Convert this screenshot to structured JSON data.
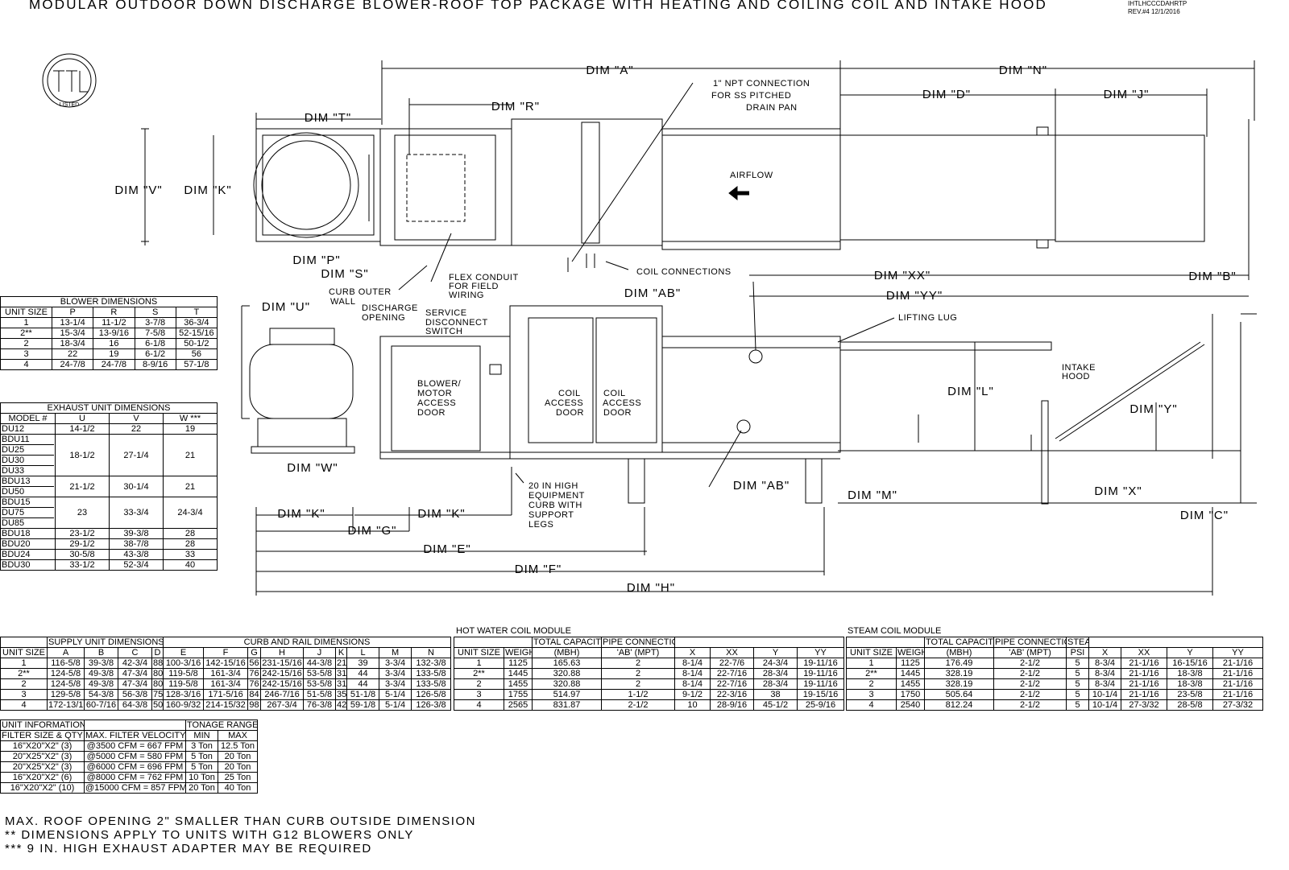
{
  "header": {
    "title": "MODULAR OUTDOOR DOWN DISCHARGE BLOWER-ROOF TOP PACKAGE WITH HEATING AND COILING COIL AND INTAKE HOOD",
    "code": "IHTLHCCCDAHRTP",
    "rev": "REV.#4   12/1/2016",
    "logo_text": "LISTED"
  },
  "dims": [
    "DIM \"A\"",
    "DIM \"N\"",
    "DIM \"T\"",
    "DIM \"R\"",
    "DIM \"D\"",
    "DIM \"J\"",
    "DIM \"V\"",
    "DIM \"K\"",
    "DIM \"P\"",
    "DIM \"S\"",
    "DIM \"XX\"",
    "DIM \"B\"",
    "DIM \"AB\"",
    "DIM \"YY\"",
    "DIM \"U\"",
    "DIM \"L\"",
    "DIM \"Y\"",
    "DIM \"W\"",
    "DIM \"AB\"",
    "DIM \"M\"",
    "DIM \"X\"",
    "DIM \"K\"",
    "DIM \"K\"",
    "DIM \"C\"",
    "DIM \"G\"",
    "DIM \"E\"",
    "DIM \"F\"",
    "DIM \"H\""
  ],
  "callouts": {
    "npt1": "1\" NPT CONNECTION",
    "npt2": "FOR SS PITCHED",
    "npt3": "DRAIN PAN",
    "airflow": "AIRFLOW",
    "coil_conn": "COIL CONNECTIONS",
    "curb1": "CURB OUTER",
    "curb2": "WALL",
    "flex1": "FLEX CONDUIT",
    "flex2": "FOR FIELD",
    "flex3": "WIRING",
    "disc1": "DISCHARGE",
    "disc2": "OPENING",
    "svc1": "SERVICE",
    "svc2": "DISCONNECT",
    "svc3": "SWITCH",
    "lug": "LIFTING LUG",
    "bm1": "BLOWER/",
    "bm2": "MOTOR",
    "bm3": "ACCESS",
    "bm4": "DOOR",
    "coil1": "COIL",
    "coil2": "ACCESS",
    "coil3": "DOOR",
    "intake1": "INTAKE",
    "intake2": "HOOD",
    "leg1": "20 IN HIGH",
    "leg2": "EQUIPMENT",
    "leg3": "CURB WITH",
    "leg4": "SUPPORT",
    "leg5": "LEGS"
  },
  "blower": {
    "title": "BLOWER DIMENSIONS",
    "headers": [
      "UNIT SIZE",
      "P",
      "R",
      "S",
      "T"
    ],
    "rows": [
      [
        "1",
        "13-1/4",
        "11-1/2",
        "3-7/8",
        "36-3/4"
      ],
      [
        "2**",
        "15-3/4",
        "13-9/16",
        "7-5/8",
        "52-15/16"
      ],
      [
        "2",
        "18-3/4",
        "16",
        "6-1/8",
        "50-1/2"
      ],
      [
        "3",
        "22",
        "19",
        "6-1/2",
        "56"
      ],
      [
        "4",
        "24-7/8",
        "24-7/8",
        "8-9/16",
        "57-1/8"
      ]
    ]
  },
  "exhaust": {
    "title": "EXHAUST UNIT DIMENSIONS",
    "headers": [
      "MODEL #",
      "U",
      "V",
      "W ***"
    ],
    "rows": [
      [
        [
          "DU12"
        ],
        "14-1/2",
        "22",
        "19"
      ],
      [
        [
          "BDU11",
          "DU25",
          "DU30",
          "DU33"
        ],
        "18-1/2",
        "27-1/4",
        "21"
      ],
      [
        [
          "BDU13",
          "DU50"
        ],
        "21-1/2",
        "30-1/4",
        "21"
      ],
      [
        [
          "BDU15",
          "DU75",
          "DU85"
        ],
        "23",
        "33-3/4",
        "24-3/4"
      ],
      [
        [
          "BDU18"
        ],
        "23-1/2",
        "39-3/8",
        "28"
      ],
      [
        [
          "BDU20"
        ],
        "29-1/2",
        "38-7/8",
        "28"
      ],
      [
        [
          "BDU24"
        ],
        "30-5/8",
        "43-3/8",
        "33"
      ],
      [
        [
          "BDU30"
        ],
        "33-1/2",
        "52-3/4",
        "40"
      ]
    ]
  },
  "supply": {
    "group1": "SUPPLY UNIT DIMENSIONS",
    "group2": "CURB AND RAIL DIMENSIONS",
    "headers": [
      "UNIT SIZE",
      "A",
      "B",
      "C",
      "D",
      "E",
      "F",
      "G",
      "H",
      "J",
      "K",
      "L",
      "M",
      "N"
    ],
    "rows": [
      [
        "1",
        "116-5/8",
        "39-3/8",
        "42-3/4",
        "88",
        "100-3/16",
        "142-15/16",
        "56",
        "231-15/16",
        "44-3/8",
        "21",
        "39",
        "3-3/4",
        "132-3/8"
      ],
      [
        "2**",
        "124-5/8",
        "49-3/8",
        "47-3/4",
        "80",
        "119-5/8",
        "161-3/4",
        "76",
        "242-15/16",
        "53-5/8",
        "31",
        "44",
        "3-3/4",
        "133-5/8"
      ],
      [
        "2",
        "124-5/8",
        "49-3/8",
        "47-3/4",
        "80",
        "119-5/8",
        "161-3/4",
        "76",
        "242-15/16",
        "53-5/8",
        "31",
        "44",
        "3-3/4",
        "133-5/8"
      ],
      [
        "3",
        "129-5/8",
        "54-3/8",
        "56-3/8",
        "75",
        "128-3/16",
        "171-5/16",
        "84",
        "246-7/16",
        "51-5/8",
        "35",
        "51-1/8",
        "5-1/4",
        "126-5/8"
      ],
      [
        "4",
        "172-13/16",
        "60-7/16",
        "64-3/8",
        "50",
        "160-9/32",
        "214-15/32",
        "98",
        "267-3/4",
        "76-3/8",
        "42",
        "59-1/8",
        "5-1/4",
        "126-3/8"
      ]
    ]
  },
  "hot_water": {
    "title": "HOT WATER COIL MODULE",
    "top": [
      "TOTAL CAPACITY",
      "PIPE CONNECTION"
    ],
    "headers": [
      "UNIT SIZE",
      "WEIGHT",
      "(MBH)",
      "'AB' (MPT)",
      "X",
      "XX",
      "Y",
      "YY"
    ],
    "rows": [
      [
        "1",
        "1125",
        "165.63",
        "2",
        "8-1/4",
        "22-7/6",
        "24-3/4",
        "19-11/16"
      ],
      [
        "2**",
        "1445",
        "320.88",
        "2",
        "8-1/4",
        "22-7/16",
        "28-3/4",
        "19-11/16"
      ],
      [
        "2",
        "1455",
        "320.88",
        "2",
        "8-1/4",
        "22-7/16",
        "28-3/4",
        "19-11/16"
      ],
      [
        "3",
        "1755",
        "514.97",
        "1-1/2",
        "9-1/2",
        "22-3/16",
        "38",
        "19-15/16"
      ],
      [
        "4",
        "2565",
        "831.87",
        "2-1/2",
        "10",
        "28-9/16",
        "45-1/2",
        "25-9/16"
      ]
    ]
  },
  "steam": {
    "title": "STEAM COIL MODULE",
    "top": [
      "TOTAL CAPACITY",
      "PIPE CONNECTION",
      "STEAM"
    ],
    "headers": [
      "UNIT SIZE",
      "WEIGHT",
      "(MBH)",
      "'AB' (MPT)",
      "PSI",
      "X",
      "XX",
      "Y",
      "YY"
    ],
    "rows": [
      [
        "1",
        "1125",
        "176.49",
        "2-1/2",
        "5",
        "8-3/4",
        "21-1/16",
        "16-15/16",
        "21-1/16"
      ],
      [
        "2**",
        "1445",
        "328.19",
        "2-1/2",
        "5",
        "8-3/4",
        "21-1/16",
        "18-3/8",
        "21-1/16"
      ],
      [
        "2",
        "1455",
        "328.19",
        "2-1/2",
        "5",
        "8-3/4",
        "21-1/16",
        "18-3/8",
        "21-1/16"
      ],
      [
        "3",
        "1750",
        "505.64",
        "2-1/2",
        "5",
        "10-1/4",
        "21-1/16",
        "23-5/8",
        "21-1/16"
      ],
      [
        "4",
        "2540",
        "812.24",
        "2-1/2",
        "5",
        "10-1/4",
        "27-3/32",
        "28-5/8",
        "27-3/32"
      ]
    ]
  },
  "unit_info": {
    "title": "UNIT INFORMATION",
    "tonnage": "TONAGE RANGE",
    "headers": [
      "FILTER SIZE & QTY",
      "MAX. FILTER VELOCITY",
      "MIN",
      "MAX"
    ],
    "rows": [
      [
        "16\"X20\"X2\" (3)",
        "@3500 CFM = 667 FPM",
        "3 Ton",
        "12.5 Ton"
      ],
      [
        "20\"X25\"X2\" (3)",
        "@5000 CFM = 580 FPM",
        "5 Ton",
        "20 Ton"
      ],
      [
        "20\"X25\"X2\" (3)",
        "@6000 CFM = 696 FPM",
        "5 Ton",
        "20 Ton"
      ],
      [
        "16\"X20\"X2\" (6)",
        "@8000 CFM = 762 FPM",
        "10 Ton",
        "25 Ton"
      ],
      [
        "16\"X20\"X2\" (10)",
        "@15000 CFM = 857 FPM",
        "20 Ton",
        "40 Ton"
      ]
    ]
  },
  "notes": [
    "MAX. ROOF OPENING 2\" SMALLER THAN CURB OUTSIDE DIMENSION",
    "** DIMENSIONS APPLY TO UNITS WITH G12 BLOWERS ONLY",
    "*** 9 IN. HIGH EXHAUST ADAPTER MAY BE REQUIRED"
  ]
}
